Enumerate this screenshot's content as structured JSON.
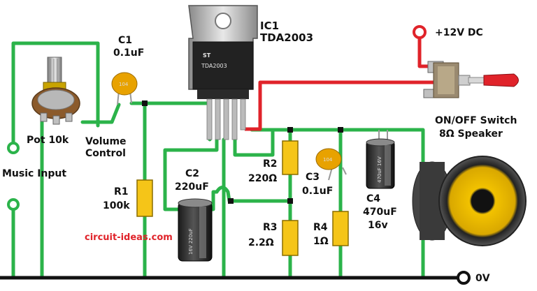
{
  "labels": {
    "ic_ref": "IC1",
    "ic_part": "TDA2003",
    "chip_marking": "TDA2003",
    "c1_ref": "C1",
    "c1_value": "0.1uF",
    "c1_code": "104",
    "pot": "Pot 10k",
    "volume_line1": "Volume",
    "volume_line2": "Control",
    "music_input": "Music Input",
    "r1_ref": "R1",
    "r1_value": "100k",
    "c2_ref": "C2",
    "c2_value": "220uF",
    "c2_marking": "16V 220uF",
    "r2_ref": "R2",
    "r2_value": "220Ω",
    "r3_ref": "R3",
    "r3_value": "2.2Ω",
    "c3_ref": "C3",
    "c3_value": "0.1uF",
    "c3_code": "104",
    "r4_ref": "R4",
    "r4_value": "1Ω",
    "c4_ref": "C4",
    "c4_value": "470uF",
    "c4_voltage": "16v",
    "c4_marking": "470uF 16V",
    "supply": "+12V DC",
    "switch": "ON/OFF Switch",
    "speaker": "8Ω Speaker",
    "ground": "0V",
    "watermark": "circuit-ideas.com"
  },
  "colors": {
    "wire_ground": "#2bb34a",
    "wire_supply": "#e0232a",
    "resistor": "#f5c518",
    "terminal_ring": "#2bb34a",
    "supply_ring": "#e0232a",
    "ground_ring": "#111111"
  }
}
